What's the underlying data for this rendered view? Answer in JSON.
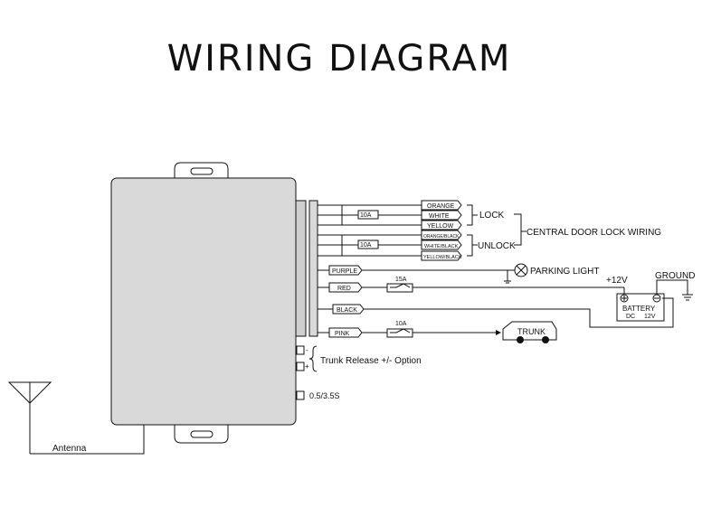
{
  "title": "WIRING DIAGRAM",
  "wires": {
    "orange": "ORANGE",
    "white": "WHITE",
    "yellow": "YELLOW",
    "orange_black": "ORANGE/BLACK",
    "white_black": "WHITE/BLACK",
    "yellow_black": "YELLOW/BLACK",
    "purple": "PURPLE",
    "red": "RED",
    "black": "BLACK",
    "pink": "PINK"
  },
  "fuses": {
    "lock": "10A",
    "unlock": "10A",
    "red": "15A",
    "pink": "10A"
  },
  "labels": {
    "lock": "LOCK",
    "unlock": "UNLOCK",
    "central_lock": "CENTRAL DOOR LOCK WIRING",
    "parking_light": "PARKING LIGHT",
    "plus12v": "+12V",
    "ground": "GROUND",
    "battery": "BATTERY",
    "battery_dc": "DC",
    "battery_v": "12V",
    "trunk": "TRUNK",
    "minus": "-",
    "plus": "+",
    "trunk_release": "Trunk Release +/- Option",
    "timing": "0.5/3.5S",
    "antenna": "Antenna"
  }
}
